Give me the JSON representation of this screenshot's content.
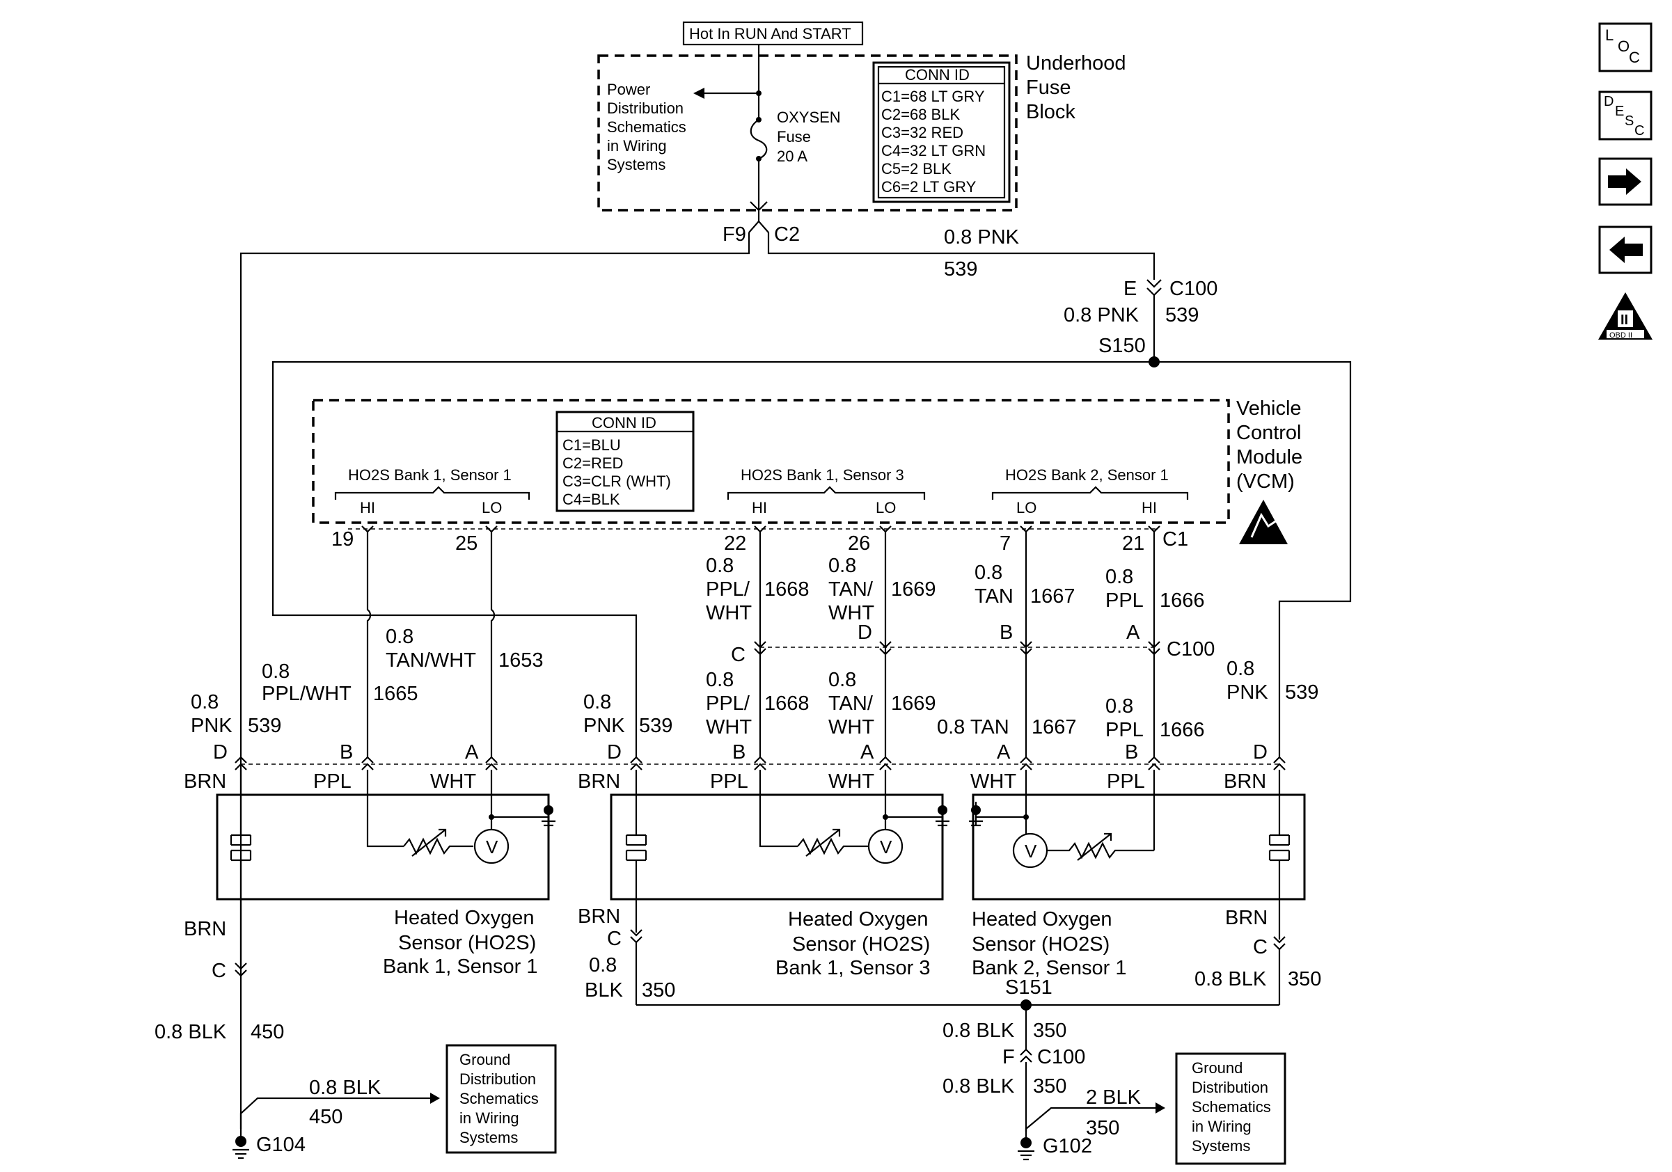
{
  "top": {
    "hot_label": "Hot In RUN And START",
    "power_dist": [
      "Power",
      "Distribution",
      "Schematics",
      "in Wiring",
      "Systems"
    ],
    "fuse": [
      "OXYSEN",
      "Fuse",
      "20 A"
    ],
    "fuse_block": [
      "Underhood",
      "Fuse",
      "Block"
    ],
    "conn_id_title": "CONN ID",
    "conn_id_lines": [
      "C1=68 LT GRY",
      "C2=68 BLK",
      "C3=32 RED",
      "C4=32 LT GRN",
      "C5=2 BLK",
      "C6=2 LT GRY"
    ],
    "f9": "F9",
    "c2": "C2",
    "wire_top": "0.8 PNK",
    "circ_top": "539",
    "e_pin": "E",
    "c100": "C100",
    "wire_e": "0.8 PNK",
    "circ_e": "539",
    "s150": "S150"
  },
  "vcm": {
    "title": [
      "Vehicle",
      "Control",
      "Module",
      "(VCM)"
    ],
    "conn_id_title": "CONN ID",
    "conn_id_lines": [
      "C1=BLU",
      "C2=RED",
      "C3=CLR (WHT)",
      "C4=BLK"
    ],
    "sensor_groups": [
      "HO2S Bank 1, Sensor 1",
      "HO2S Bank 1, Sensor 3",
      "HO2S Bank 2, Sensor 1"
    ],
    "hi": "HI",
    "lo": "LO",
    "pins": [
      "19",
      "25",
      "22",
      "26",
      "7",
      "21"
    ],
    "c1": "C1"
  },
  "wires": {
    "s1_hi": [
      "0.8",
      "PPL/WHT",
      "1665"
    ],
    "s1_lo": [
      "0.8",
      "TAN/WHT",
      "1653"
    ],
    "s3_hi_upper": [
      "0.8",
      "PPL/",
      "WHT",
      "1668"
    ],
    "s3_lo_upper": [
      "0.8",
      "TAN/",
      "WHT",
      "1669"
    ],
    "b2_lo_upper": [
      "0.8",
      "TAN",
      "1667"
    ],
    "b2_hi_upper": [
      "0.8",
      "PPL",
      "1666"
    ],
    "c100_pins": [
      "C",
      "D",
      "B",
      "A"
    ],
    "c100": "C100",
    "s3_hi_lower": [
      "0.8",
      "PPL/",
      "WHT",
      "1668"
    ],
    "s3_lo_lower": [
      "0.8",
      "TAN/",
      "WHT",
      "1669"
    ],
    "b2_lo_lower": "0.8 TAN",
    "b2_lo_lower_circ": "1667",
    "b2_hi_lower": [
      "0.8",
      "PPL",
      "1666"
    ],
    "pnk_left": [
      "0.8",
      "PNK",
      "539"
    ],
    "pnk_mid": [
      "0.8",
      "PNK",
      "539"
    ],
    "pnk_right": [
      "0.8",
      "PNK",
      "539"
    ]
  },
  "sensors": {
    "s1": {
      "pins": [
        "D",
        "B",
        "A"
      ],
      "colors": [
        "BRN",
        "PPL",
        "WHT"
      ],
      "name": [
        "Heated Oxygen",
        "Sensor (HO2S)",
        "Bank 1, Sensor 1"
      ]
    },
    "s3": {
      "pins": [
        "D",
        "B",
        "A"
      ],
      "colors": [
        "BRN",
        "PPL",
        "WHT"
      ],
      "name": [
        "Heated Oxygen",
        "Sensor (HO2S)",
        "Bank 1, Sensor 3"
      ]
    },
    "b2": {
      "pins": [
        "A",
        "B",
        "D"
      ],
      "colors": [
        "WHT",
        "PPL",
        "BRN"
      ],
      "name": [
        "Heated Oxygen",
        "Sensor (HO2S)",
        "Bank 2, Sensor 1"
      ]
    },
    "volt": "V"
  },
  "ground": {
    "brn": "BRN",
    "c": "C",
    "left_wire": "0.8 BLK",
    "left_circ": "450",
    "left_branch_wire": "0.8 BLK",
    "left_branch_circ": "450",
    "g104": "G104",
    "gnd_dist": [
      "Ground",
      "Distribution",
      "Schematics",
      "in Wiring",
      "Systems"
    ],
    "mid_wire": [
      "0.8",
      "BLK",
      "350"
    ],
    "right_wire": "0.8 BLK",
    "right_circ": "350",
    "s151": "S151",
    "s151_wire": "0.8 BLK",
    "s151_circ": "350",
    "f_pin": "F",
    "c100": "C100",
    "g102_wire": "0.8 BLK",
    "g102_circ": "350",
    "branch2_wire": "2 BLK",
    "branch2_circ": "350",
    "g102": "G102"
  },
  "nav": {
    "loc": [
      "L",
      "O",
      "C"
    ],
    "desc": [
      "D",
      "E",
      "S",
      "C"
    ],
    "obd": [
      "II",
      "OBD II"
    ]
  }
}
